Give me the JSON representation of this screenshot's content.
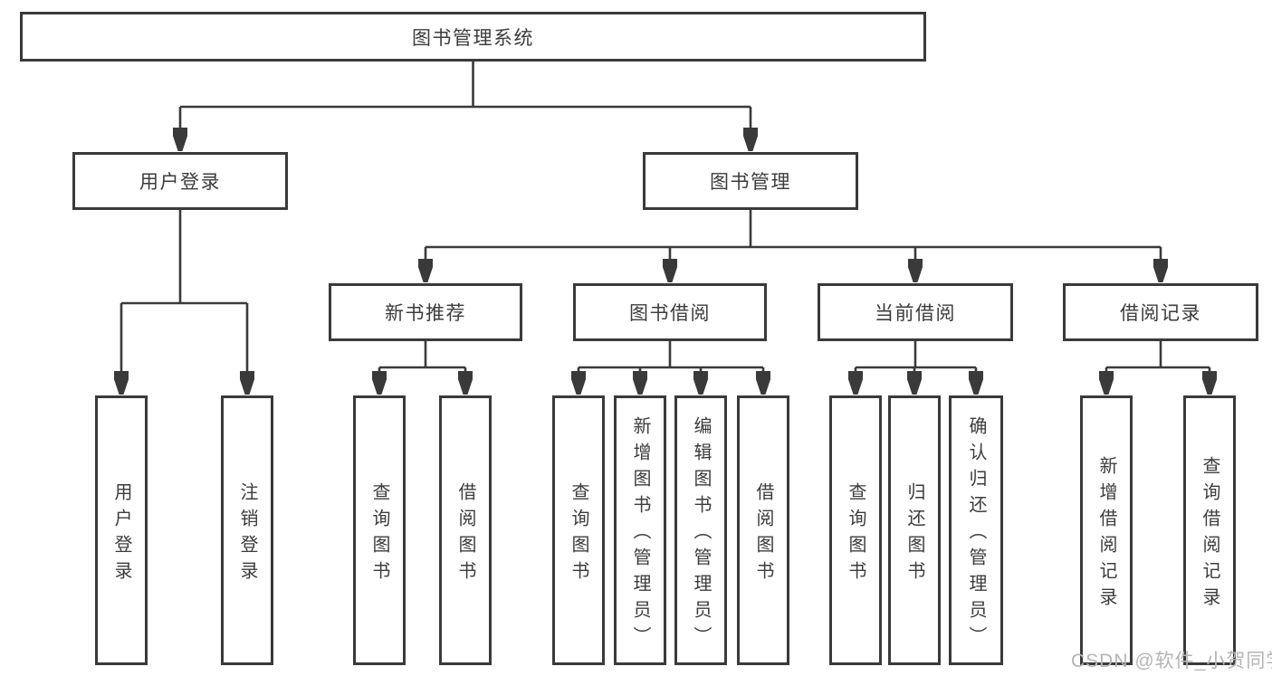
{
  "nodes": {
    "root": {
      "label": "图书管理系统"
    },
    "level2": [
      {
        "label": "用户登录"
      },
      {
        "label": "图书管理"
      }
    ],
    "level3": [
      {
        "label": "新书推荐"
      },
      {
        "label": "图书借阅"
      },
      {
        "label": "当前借阅"
      },
      {
        "label": "借阅记录"
      }
    ],
    "leaves": [
      {
        "label": "用户登录"
      },
      {
        "label": "注销登录"
      },
      {
        "label": "查询图书"
      },
      {
        "label": "借阅图书"
      },
      {
        "label": "查询图书"
      },
      {
        "label": "新增图书（管理员）"
      },
      {
        "label": "编辑图书（管理员）"
      },
      {
        "label": "借阅图书"
      },
      {
        "label": "查询图书"
      },
      {
        "label": "归还图书"
      },
      {
        "label": "确认归还（管理员）"
      },
      {
        "label": "新增借阅记录"
      },
      {
        "label": "查询借阅记录"
      }
    ]
  },
  "watermark": {
    "text": "CSDN @软件_小贺同学"
  },
  "colors": {
    "line": "#3a3a3a",
    "border": "#3a3a3a",
    "text": "#3c3c3c",
    "background": "#ffffff",
    "watermark": "#b5b5b5"
  }
}
